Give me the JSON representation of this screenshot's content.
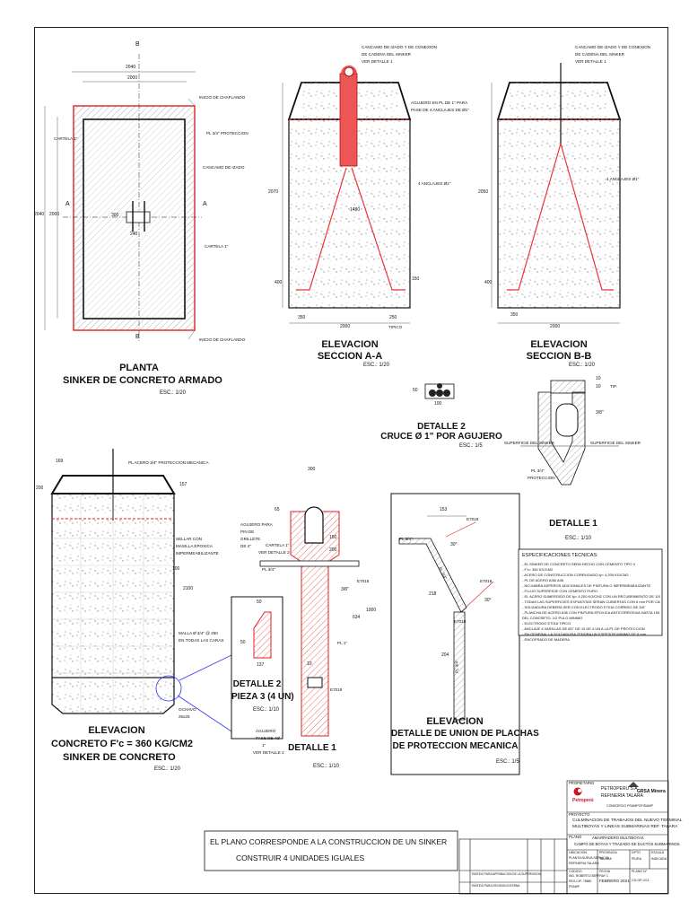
{
  "planta": {
    "title": "PLANTA",
    "subtitle": "SINKER DE CONCRETO ARMADO",
    "scale": "ESC.: 1/20",
    "dims": {
      "top_outer": "2040",
      "top_inner": "2000",
      "left_outer": "2040",
      "left_inner": "2000",
      "center_w": "300",
      "center_h": "240"
    },
    "section_marks": {
      "b_top": "B",
      "b_bottom": "B",
      "a_left": "A",
      "a_right": "A"
    },
    "labels": {
      "inicio": "INICIO DE CHAFLANDO",
      "pl": "PL 3/4\" PROTECCION",
      "cancamo": "CANCAMO DE IZADO",
      "cartela_left": "CARTELA 1\"",
      "cartela_right": "CARTELA 1\"",
      "fin": "INICIO DE CHAFLANDO"
    }
  },
  "seccion_aa": {
    "title": "ELEVACION",
    "subtitle": "SECCION A-A",
    "scale": "ESC.: 1/20",
    "labels": {
      "cancamo": "CANCAMO DE IZADO Y DE CONEXION",
      "cancamo2": "DE CADENA DEL SINKER",
      "detalle": "VER DETALLE 1",
      "agujero": "AGUJERO EN PL DE 1\" PARA",
      "agujero2": "PASE DE 4 ANCLAJES DE Ø1\"",
      "anclajes": "4 ANCLAJES Ø1\"",
      "tipico": "TIPICO"
    },
    "dims": {
      "height": "2070",
      "base_h": "400",
      "diag": "1480",
      "w": "2000",
      "left": "350",
      "right": "250",
      "side": "150"
    }
  },
  "seccion_bb": {
    "title": "ELEVACION",
    "subtitle": "SECCION B-B",
    "scale": "ESC.: 1/20",
    "labels": {
      "cancamo": "CANCAMO DE IZADO Y DE CONEXION",
      "cancamo2": "DE CADENA DEL SINKER",
      "detalle": "VER DETALLE 1",
      "anclajes": "4 ANCLAJES Ø1\""
    },
    "dims": {
      "height": "2050",
      "base_h": "400",
      "w": "2000",
      "left": "350"
    }
  },
  "detalle2_top": {
    "title": "DETALLE 2",
    "subtitle": "CRUCE Ø 1\" POR AGUJERO",
    "scale": "ESC.: 1/5",
    "dims": {
      "h": "50",
      "w": "100"
    }
  },
  "detalle1_top": {
    "title": "DETALLE 1",
    "scale": "ESC.: 1/10",
    "labels": {
      "sup_left": "SUPERFICIE DEL SINKER",
      "sup_right": "SUPERFICIE DEL SINKER",
      "pl": "PL 3/4\"",
      "pl2": "PROTECCION",
      "dim38": "3/8\"",
      "d10a": "10",
      "d10b": "10",
      "tip": "TIP."
    }
  },
  "elev_concreto": {
    "title": "ELEVACION",
    "subtitle1": "CONCRETO F'c = 360 KG/CM2",
    "subtitle2": "SINKER DE CONCRETO",
    "scale": "ESC.: 1/20",
    "labels": {
      "pl": "PL ACERO 3/4\" PROTECCION MECANICA",
      "sellar": "SELLAR CON",
      "sellar2": "MASILLA EPOXICA",
      "sellar3": "IMPERMEABILIZANTE",
      "malla": "MALLA Ø 3/4\" @ 250",
      "malla2": "EN TODAS LAS CARAS",
      "ochavo": "OCHAVO",
      "ochavo2": "25x25"
    },
    "dims": {
      "d169": "169",
      "d200": "200",
      "d157": "157",
      "d100": "100",
      "d2100": "2100"
    }
  },
  "detalle2_pieza": {
    "title1": "DETALLE 2",
    "title2": "PIEZA 3 (4 UN)",
    "scale": "ESC.: 1/10",
    "dims": {
      "d50a": "50",
      "d50b": "50",
      "d137": "137"
    }
  },
  "detalle1_bottom": {
    "title": "DETALLE 1",
    "scale": "ESC.: 1/10",
    "labels": {
      "agujero": "AGUJERO PARA",
      "agujero2": "PIN DE",
      "agujero3": "GRILLETE",
      "agujero4": "DE 4\"",
      "cartela": "CARTELA 1\"",
      "cartela2": "VER DETALLE 2",
      "pl34": "PL 3/4\"",
      "pl1": "PL 1\"",
      "e7018a": "E7018",
      "e7018b": "E7018",
      "d38": "3/8\"",
      "agujero_b": "AGUJERO",
      "agujero_b2": "PASE DE 4Ø",
      "agujero_b3": "1\"",
      "agujero_b4": "VER DETALLE 2"
    },
    "dims": {
      "d300": "300",
      "d65": "65",
      "d150": "150",
      "d200": "200",
      "d1000": "1000",
      "d634": "634",
      "d10": "10"
    }
  },
  "elev_union": {
    "title": "ELEVACION",
    "subtitle1": "DETALLE DE UNION DE PLACHAS",
    "subtitle2": "DE PROTECCION MECANICA",
    "scale": "ESC.: 1/5",
    "labels": {
      "pl34": "PL 3/4\"",
      "e7018a": "E7018",
      "e7018b": "E7018",
      "e7018c": "E7018",
      "a30a": "30°",
      "a30b": "30°",
      "pl1": "PL 3/4\"",
      "pl2": "PL 3/4\""
    },
    "dims": {
      "d153": "153",
      "d218": "218",
      "d204": "204"
    }
  },
  "specs": {
    "title": "ESPECIFICACIONES TECNICAS:",
    "items": [
      "- EL SINKER DE CONCRETO SERA HECHO CON CEMENTO TIPO V",
      "  - F'c= 360 KG/CM2",
      "- ACERO DE CONSTRUCCION CORRUGADO fy= 4,200 KG/CM2",
      "- PL DE ACERO A36/ A36",
      "- NO HABRA ASPEROS ADICIONALES DE PINTURA O IMPERMEABILIZANTE",
      "- FLUJO SUPERFICIE CON CEMENTO PURO",
      "- EL ACERO SUMERGIDO DE fy= 4,200 KG/CM2 CON UN RECUBRIMIENTO DE 100 mm",
      "- TODAS LAS SUPERFICIES EXPUESTAS SERAN CUBIERTAS CON 6 mm POR CADA CONCRETO",
      "- SOLDADURA DEBERA SER CON ELECTRODO E7018 CORRIDO DE 3/8\"",
      "- PLANCHA DE ACERO A36 CON PINTURA EPOXICA ANTICORROSIVA HASTA 150 mm",
      "  DEL CONCRETO, 1/2 PULG MINIMO",
      "- ELECTRODO E7018 TIPICO",
      "- ANCLAJE 4 VARILLAS DE Ø1\" DE 10 DE 4 UN A LA PL DE PROTECCION",
      "- EN GENERAL LA SOLDADURA TENDRA UN ESPESOR MINIMO DE 6 mm",
      "- ENCOFRADO DE MADERA"
    ]
  },
  "note": {
    "line1": "EL PLANO CORRESPONDE A LA CONSTRUCCION DE UN SINKER",
    "line2": "CONSTRUIR 4 UNIDADES IGUALES"
  },
  "title_block": {
    "propietario_lbl": "PROPIETARIO",
    "owner": "PETROPERU S.A",
    "refineria": "REFINERIA TALARA",
    "logo_left": "Petroperú",
    "logo_right": "GRSA Minera",
    "consorcio": "CONSORCIO PSAMPOFISAMP",
    "proyecto_lbl": "PROYECTO",
    "proyecto1": "CULMINACION DE TRABAJOS DEL NUEVO TERMINAL",
    "proyecto2": "MULTIBOYAS Y LINEAS SUBMARINAS REF. TALARA",
    "plano_lbl": "PLANO",
    "plano1": "AMARRADERO MULTIBOYAS",
    "plano2": "CAMPO DE BOYAS Y TRAZADO DE DUCTOS SUBMARINOS",
    "ubicacion_lbl": "UBICACION",
    "ubicacion1": "PLANTA NUEVA SERVICIO",
    "ubicacion2": "REFINERIA TALARA",
    "provincia_lbl": "PROVINCIA",
    "provincia": "TALARA",
    "dpto_lbl": "DPTO",
    "dpto": "PIURA",
    "escala_lbl": "ESCALA",
    "escala": "INDICADA",
    "codigo_lbl": "CODIGO",
    "codigo1": "ING. ROBERTO BEPFRAY 1.",
    "codigo2": "REG.CIP: 75880",
    "codigo3": "PSAMP",
    "fecha_lbl": "FECHA",
    "fecha": "FEBRERO 2021",
    "plano_no_lbl": "PLANO N°",
    "plano_no": "CD-GP-C01",
    "rev1": "EMITIDO PARA APROBACION DE LA SUPERVISION",
    "rev2": "EMITIDO PARA REVISION INTERNA"
  }
}
